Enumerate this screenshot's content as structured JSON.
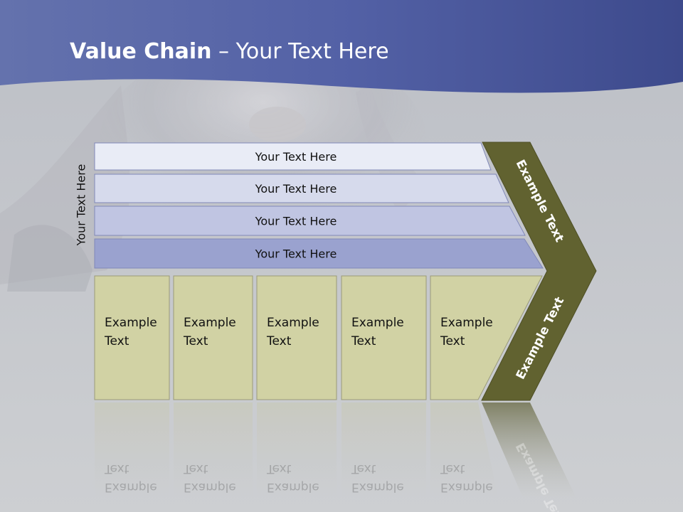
{
  "slide": {
    "title_bold": "Value Chain",
    "title_rest": " – Your Text Here",
    "vertical_label": "Your Text Here",
    "support_activities": [
      "Your Text Here",
      "Your Text Here",
      "Your Text Here",
      "Your Text Here"
    ],
    "primary_activities": [
      [
        "Example",
        "Text"
      ],
      [
        "Example",
        "Text"
      ],
      [
        "Example",
        "Text"
      ],
      [
        "Example",
        "Text"
      ],
      [
        "Example",
        "Text"
      ]
    ],
    "margin_upper_label": "Example Text",
    "margin_lower_label": "Example Text"
  },
  "colors": {
    "header_band": "#5663a4",
    "background": "#c4c6ca",
    "support_fills": [
      "#e9ecf6",
      "#d6daec",
      "#c0c5e2",
      "#9aa2cf"
    ],
    "primary_fill": "#d1d2a4",
    "margin_fill": "#616230"
  }
}
